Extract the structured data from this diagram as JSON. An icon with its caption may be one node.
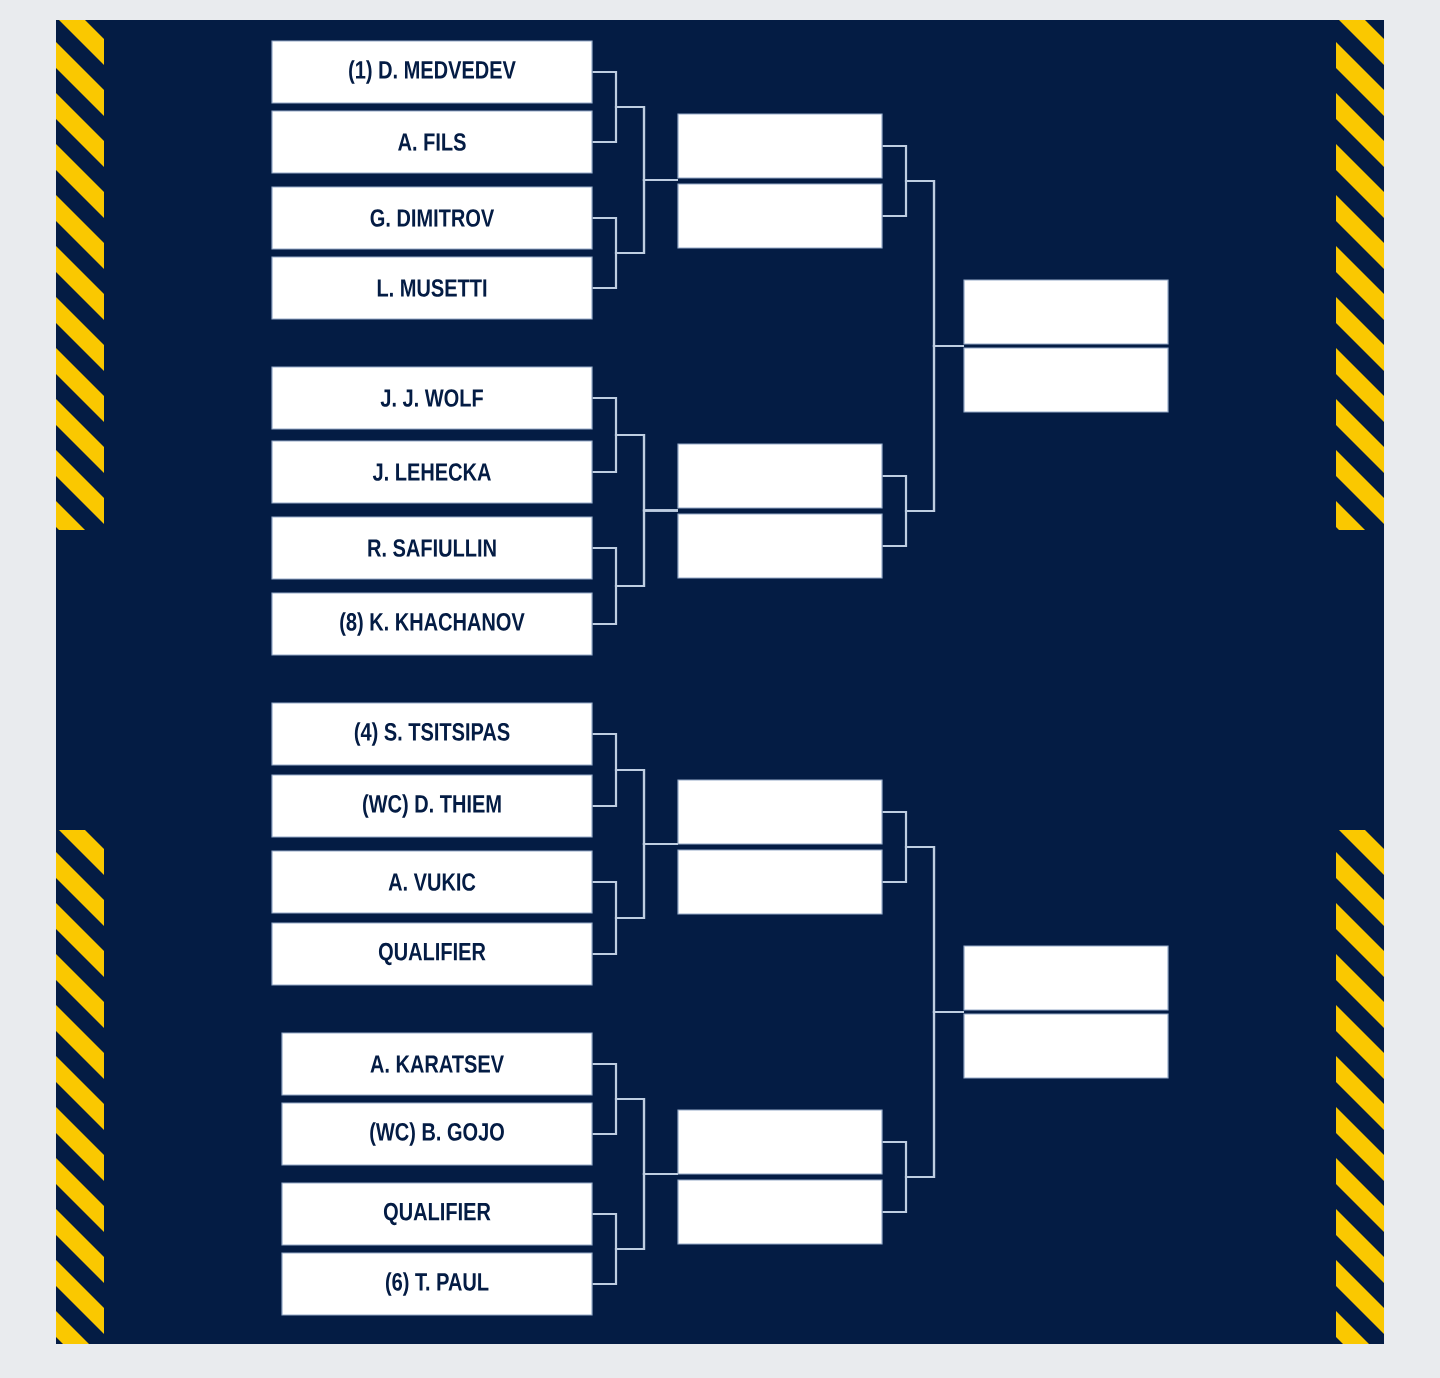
{
  "diagram": {
    "nodes": [
      {
        "text": [
          "(1) D. MEDVEDEV"
        ]
      },
      {
        "text": [
          "A. FILS"
        ]
      },
      {
        "text": [
          "G. DIMITROV"
        ]
      },
      {
        "text": [
          "L. MUSETTI"
        ]
      },
      {
        "text": [
          "J. J. WOLF"
        ]
      },
      {
        "text": [
          "J. LEHECKA"
        ]
      },
      {
        "text": [
          "R. SAFIULLIN"
        ]
      },
      {
        "text": [
          "(8) K. KHACHANOV"
        ]
      },
      {
        "text": [
          "(4) S. TSITSIPAS"
        ]
      },
      {
        "text": [
          "(WC) D. THIEM"
        ]
      },
      {
        "text": [
          "A. VUKIC"
        ]
      },
      {
        "text": [
          "QUALIFIER"
        ]
      },
      {
        "text": [
          "A. KARATSEV"
        ]
      },
      {
        "text": [
          "(WC) B. GOJO"
        ]
      },
      {
        "text": [
          "QUALIFIER"
        ]
      },
      {
        "text": [
          "(6) T. PAUL"
        ]
      },
      {
        "text": [],
        "shape": "box"
      },
      {
        "text": [],
        "shape": "box"
      },
      {
        "text": [],
        "shape": "box"
      },
      {
        "text": [],
        "shape": "box"
      },
      {
        "text": [],
        "shape": "box"
      },
      {
        "text": [],
        "shape": "box"
      },
      {
        "text": [],
        "shape": "box"
      },
      {
        "text": [],
        "shape": "box"
      },
      {
        "text": [],
        "shape": "box"
      },
      {
        "text": [],
        "shape": "box"
      },
      {
        "text": [],
        "shape": "box"
      },
      {
        "text": [],
        "shape": "box"
      }
    ],
    "edges": [
      {
        "from": 0,
        "to": 16,
        "arrow": "none"
      },
      {
        "from": 1,
        "to": 16,
        "arrow": "none"
      },
      {
        "from": 2,
        "to": 17,
        "arrow": "none"
      },
      {
        "from": 3,
        "to": 17,
        "arrow": "none"
      },
      {
        "from": 4,
        "to": 18,
        "arrow": "none"
      },
      {
        "from": 5,
        "to": 18,
        "arrow": "none"
      },
      {
        "from": 6,
        "to": 19,
        "arrow": "none"
      },
      {
        "from": 7,
        "to": 19,
        "arrow": "none"
      },
      {
        "from": 8,
        "to": 20,
        "arrow": "none"
      },
      {
        "from": 9,
        "to": 20,
        "arrow": "none"
      },
      {
        "from": 10,
        "to": 21,
        "arrow": "none"
      },
      {
        "from": 11,
        "to": 21,
        "arrow": "none"
      },
      {
        "from": 12,
        "to": 22,
        "arrow": "none"
      },
      {
        "from": 13,
        "to": 22,
        "arrow": "none"
      },
      {
        "from": 14,
        "to": 23,
        "arrow": "none"
      },
      {
        "from": 15,
        "to": 23,
        "arrow": "none"
      },
      {
        "from": 16,
        "to": 24,
        "arrow": "none"
      },
      {
        "from": 17,
        "to": 24,
        "arrow": "none"
      },
      {
        "from": 18,
        "to": 25,
        "arrow": "none"
      },
      {
        "from": 19,
        "to": 25,
        "arrow": "none"
      },
      {
        "from": 20,
        "to": 26,
        "arrow": "none"
      },
      {
        "from": 21,
        "to": 26,
        "arrow": "none"
      },
      {
        "from": 22,
        "to": 27,
        "arrow": "none"
      },
      {
        "from": 23,
        "to": 27,
        "arrow": "none"
      }
    ]
  }
}
